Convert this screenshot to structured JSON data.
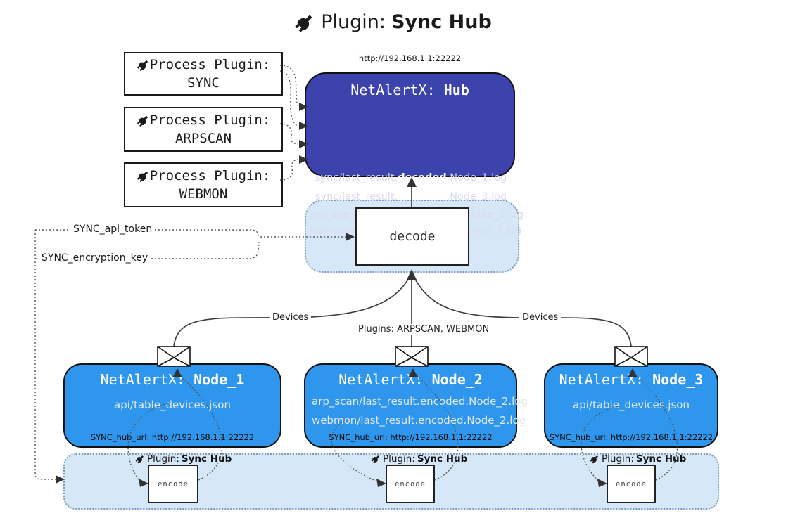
{
  "colors": {
    "hub_bg": "#3d43ad",
    "node_bg": "#2e96ed",
    "band_bg": "#d6e7f8",
    "band_border": "#7d9cbe",
    "line": "#3f3f3f"
  },
  "title": {
    "label": "Plugin:",
    "bold": "Sync Hub"
  },
  "process_plugins": [
    {
      "label": "Process Plugin:",
      "name": "SYNC"
    },
    {
      "label": "Process Plugin:",
      "name": "ARPSCAN"
    },
    {
      "label": "Process Plugin:",
      "name": "WEBMON"
    }
  ],
  "hub": {
    "url": "http://192.168.1.1:22222",
    "title": "NetAlertX: ",
    "title_bold": "Hub",
    "logs": [
      {
        "pre": "sync/last_result.",
        "bold": "decoded",
        "post": ".Node_1.log"
      },
      {
        "pre": "sync/last_result.",
        "bold": "decoded",
        "post": ".Node_3.log"
      },
      {
        "pre": "arp_scan/last_result.",
        "bold": "decoded",
        "post": ".Node_2.log"
      },
      {
        "pre": "webmon/last_result.",
        "bold": "decoded",
        "post": ".Node_2.log"
      }
    ]
  },
  "decode": {
    "label": "decode"
  },
  "settings": {
    "api_token": "SYNC_api_token",
    "encryption_key": "SYNC_encryption_key"
  },
  "edge_labels": {
    "devices_left": "Devices",
    "devices_right": "Devices",
    "plugins": "Plugins: ARPSCAN, WEBMON"
  },
  "nodes": [
    {
      "title": "NetAlertX: ",
      "title_bold": "Node_1",
      "files": [
        "api/table_devices.json"
      ],
      "hub_url": "SYNC_hub_url: http://192.168.1.1:22222"
    },
    {
      "title": "NetAlertX: ",
      "title_bold": "Node_2",
      "files": [
        "arp_scan/last_result.encoded.Node_2.log",
        "webmon/last_result.encoded.Node_2.log"
      ],
      "hub_url": "SYNC_hub_url: http://192.168.1.1:22222"
    },
    {
      "title": "NetAlertX: ",
      "title_bold": "Node_3",
      "files": [
        "api/table_devices.json"
      ],
      "hub_url": "SYNC_hub_url: http://192.168.1.1:22222"
    }
  ],
  "band": {
    "plugin_label": "Plugin:",
    "plugin_bold": "Sync Hub",
    "encode_label": "encode"
  }
}
